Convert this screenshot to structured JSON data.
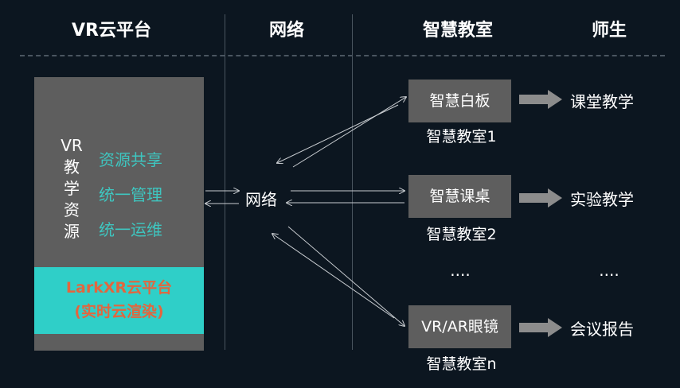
{
  "headers": {
    "platform": "VR云平台",
    "network": "网络",
    "classroom": "智慧教室",
    "users": "师生"
  },
  "platform": {
    "vertical_title": [
      "V",
      "R",
      "教",
      "学",
      "资",
      "源"
    ],
    "features": [
      "资源共享",
      "统一管理",
      "统一运维"
    ],
    "lark_line1": "LarkXR云平台",
    "lark_line2": "(实时云渲染)"
  },
  "network_label": "网络",
  "classrooms": [
    {
      "device": "智慧白板",
      "room": "智慧教室1",
      "use": "课堂教学"
    },
    {
      "device": "智慧课桌",
      "room": "智慧教室2",
      "use": "实验教学"
    },
    {
      "device": "VR/AR眼镜",
      "room": "智慧教室n",
      "use": "会议报告"
    }
  ],
  "ellipsis": "....",
  "colors": {
    "background": "#0c1620",
    "panel": "#5e5e5e",
    "teal": "#2fcfc8",
    "orange": "#e2663e",
    "feature_text": "#3ec6c0"
  }
}
